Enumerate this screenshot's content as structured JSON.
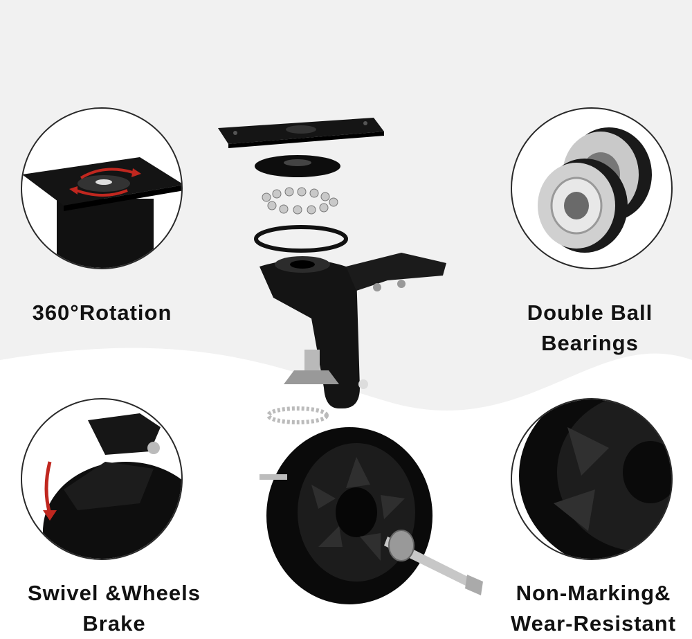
{
  "features": {
    "rotation": {
      "line1": "360°Rotation"
    },
    "bearings": {
      "line1": "Double Ball",
      "line2": "Bearings"
    },
    "brake": {
      "line1": "Swivel &Wheels",
      "line2": "Brake"
    },
    "nonmarking": {
      "line1": "Non-Marking&",
      "line2": "Wear-Resistant"
    }
  },
  "colors": {
    "accent_arrow": "#c0271f",
    "part_black": "#111111",
    "background_gray": "#f1f1f1"
  }
}
